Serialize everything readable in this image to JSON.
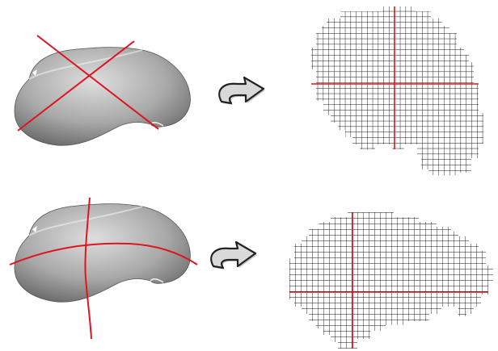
{
  "rows": [
    {
      "id": "diagonal-cuts",
      "cut_style": "diagonal"
    },
    {
      "id": "axis-aligned-cuts",
      "cut_style": "curved-axis"
    }
  ],
  "colors": {
    "cut_line": "#e0141e",
    "grid_line": "#111111",
    "shape_light": "#c9c9c9",
    "shape_mid": "#a6a6a6",
    "shape_dark": "#6e6e6e",
    "arrow_fill": "#c8c8c8",
    "arrow_stroke": "#222222"
  },
  "icons": {
    "arrow": "curved-right-arrow-icon"
  }
}
